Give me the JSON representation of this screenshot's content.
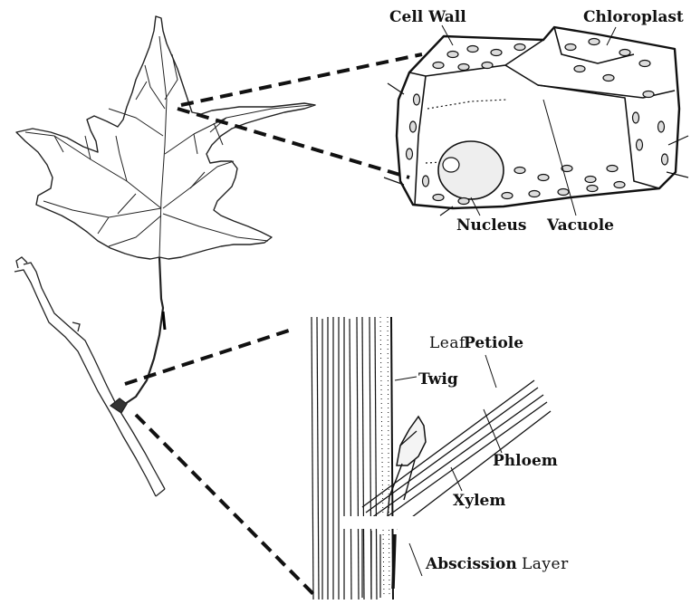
{
  "labels": {
    "cell_wall": "Cell Wall",
    "chloroplast": "Chloroplast",
    "nucleus": "Nucleus",
    "vacuole": "Vacuole",
    "leaf": "Leaf",
    "petiole": "Petiole",
    "twig": "Twig",
    "phloem": "Phloem",
    "xylem": "Xylem",
    "abscission": "Abscission",
    "layer": "Layer"
  }
}
